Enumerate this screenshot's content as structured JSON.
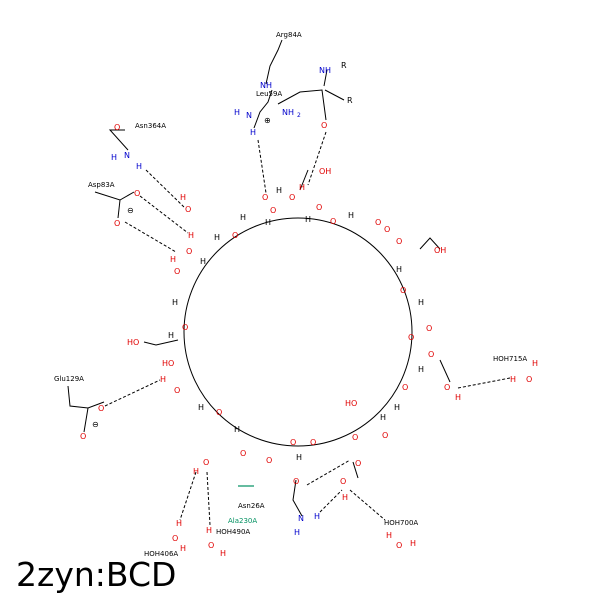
{
  "title": "2zyn:BCD",
  "residues": {
    "arg84": "Arg84A",
    "leu59": "Leu59A",
    "asn364": "Asn364A",
    "asp83": "Asp83A",
    "glu129": "Glu129A",
    "asn26": "Asn26A",
    "ala230": "Ala230A"
  },
  "waters": {
    "hoh715": "HOH715A",
    "hoh700": "HOH700A",
    "hoh490": "HOH490A",
    "hoh406": "HOH406A"
  },
  "atoms": {
    "O": "O",
    "H": "H",
    "N": "N",
    "NH": "NH",
    "OH": "OH",
    "HO": "HO",
    "NH2": "NH",
    "sub2": "2",
    "R": "R",
    "minus": "⊖",
    "plus": "⊕"
  },
  "colors": {
    "oxygen": "#e00000",
    "nitrogen": "#0000cc",
    "hydrophobic": "#009060"
  }
}
